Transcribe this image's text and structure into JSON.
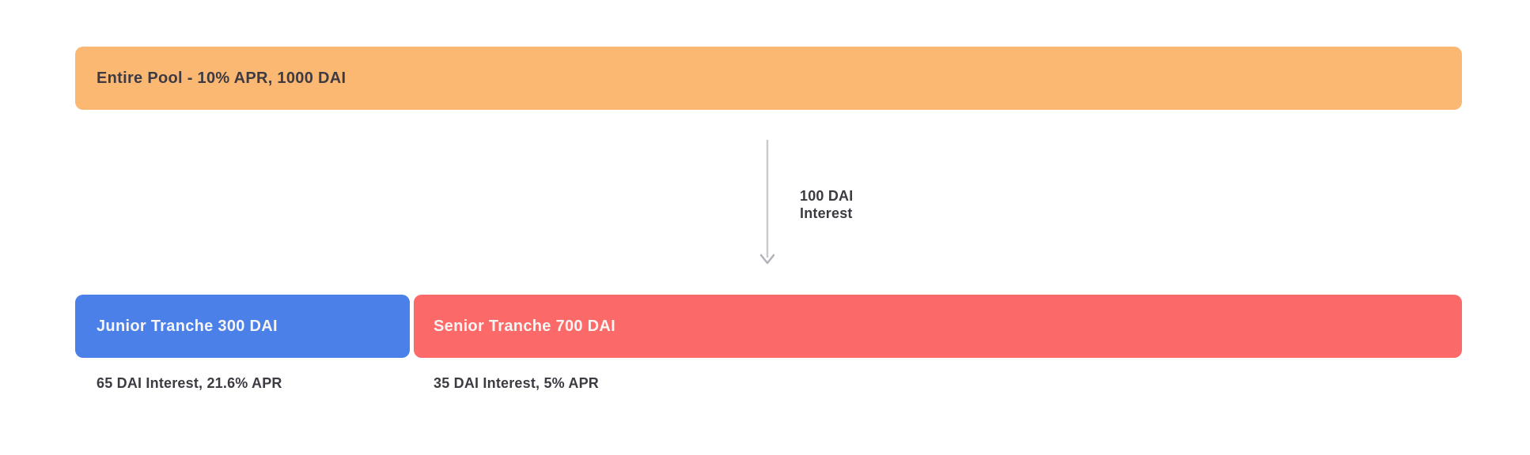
{
  "diagram": {
    "pool_bar": {
      "label": "Entire Pool - 10% APR, 1000 DAI"
    },
    "flow_arrow": {
      "label_line1": "100 DAI",
      "label_line2": "Interest"
    },
    "tranches": [
      {
        "id": "junior",
        "label": "Junior Tranche 300 DAI",
        "caption": "65 DAI Interest, 21.6% APR"
      },
      {
        "id": "senior",
        "label": "Senior Tranche 700 DAI",
        "caption": "35 DAI Interest, 5% APR"
      }
    ]
  },
  "colors": {
    "pool": "#FBB873",
    "junior": "#4A80E8",
    "senior": "#FB6A68",
    "arrow": "#C2C2C9",
    "text_dark": "#3E3A42",
    "text_light": "#F7F4F3"
  }
}
